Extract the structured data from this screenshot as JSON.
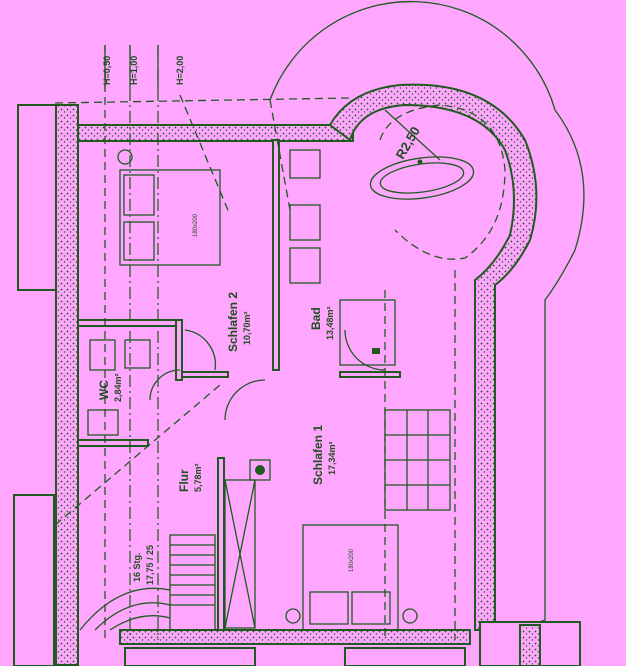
{
  "rooms": {
    "schlafen2": {
      "name": "Schlafen 2",
      "area": "10,70m²"
    },
    "bad": {
      "name": "Bad",
      "area": "13,48m²"
    },
    "schlafen1": {
      "name": "Schlafen 1",
      "area": "17,34m²"
    },
    "flur": {
      "name": "Flur",
      "area": "5,78m²"
    },
    "wc": {
      "name": "WC",
      "area": "2,84m²"
    }
  },
  "stairs": {
    "steps": "16 Stg.",
    "ratio": "17,75 / 25"
  },
  "height_lines": [
    "H=0,50",
    "H=1,00",
    "H=2,00"
  ],
  "radius_label": "R2,50",
  "bed_labels": [
    "180x200",
    "180x200"
  ],
  "colors": {
    "background": "#ffa6ff",
    "line": "#1f5a1f"
  }
}
